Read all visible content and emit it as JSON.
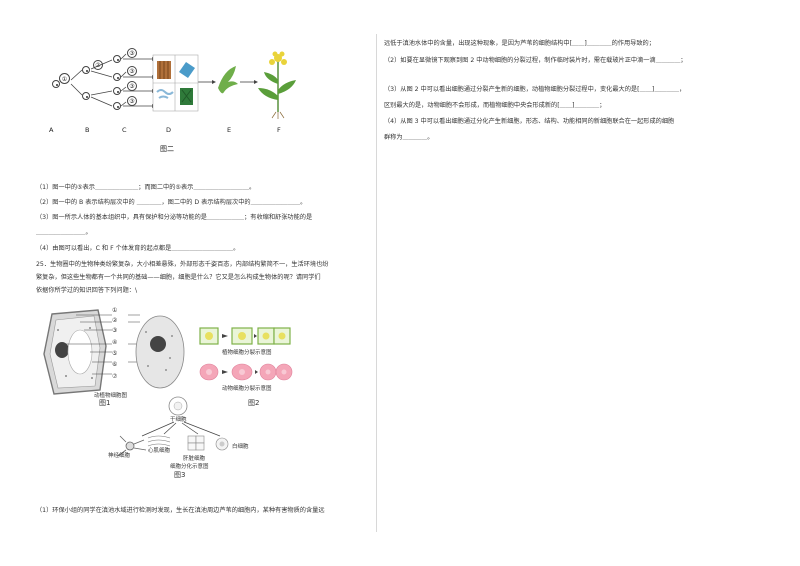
{
  "fig2": {
    "title": "图二",
    "circle_labels": [
      "①",
      "②",
      "③",
      "③",
      "③",
      "③"
    ],
    "letters": [
      "A",
      "B",
      "C",
      "D",
      "E",
      "F"
    ]
  },
  "left_questions": [
    "（1）图一中的⑤表示＿＿＿＿＿＿＿；而图二中的⑤表示＿＿＿＿＿＿＿＿＿。",
    "（2）图一中的 B 表示结构层次中的 ＿＿＿＿，图二中的 D 表示结构层次中的＿＿＿＿＿＿＿＿。",
    "（3）图一所示人体的基本组织中，具有保护和分泌等功能的是＿＿＿＿＿＿；有收缩和舒张功能的是",
    "＿＿＿＿＿＿＿＿。",
    "（4）由图可以看出，C 和 F 个体发育的起点都是＿＿＿＿＿＿＿＿＿＿。"
  ],
  "q25": [
    "25．生物圈中的生物种类纷繁复杂，大小相差悬殊，外部形态千姿百态，内部结构繁简不一，生活环境也纷",
    "繁复杂，但这些生物都有一个共同的基础——细胞，细胞是什么？它又是怎么构成生物体的呢？请同学们",
    "依据你所学过的知识回答下列问题：\\"
  ],
  "fig_cell": {
    "numbers": [
      "①",
      "②",
      "③",
      "④",
      "⑤",
      "⑥",
      "⑦"
    ],
    "caption_cell": "动植物细胞图",
    "title1": "图1",
    "caption_plant_div": "植物细胞分裂示意图",
    "caption_animal_div": "动物细胞分裂示意图",
    "title2": "图2",
    "stem": "干细胞",
    "neuron": "神经细胞",
    "cardiac": "心肌细胞",
    "liver": "肝脏细胞",
    "wbc": "白细胞",
    "caption_diff": "细胞分化示意图",
    "title3": "图3"
  },
  "left_bottom": [
    "（1）环保小组的同学在滇池水域进行检测时发现，生长在滇池周边芦苇的细胞内，某种有害物质的含量远"
  ],
  "right_questions": [
    "远低于滇池水体中的含量，出现这种现象，是因为芦苇的细胞结构中[＿＿]＿＿＿＿的作用导致的；",
    "（2）如要在显微镜下观察到图 2 中动物细胞的分裂过程，制作临时装片时，需在载玻片正中滴一滴＿＿＿＿；",
    "（3）从图 2 中可以看出细胞通过分裂产生新的细胞，动植物细胞分裂过程中，变化最大的是[＿＿]＿＿＿＿，",
    "区别最大的是，动物细胞不会形成，而植物细胞中央会形成新的[＿＿]＿＿＿＿；",
    "（4）从图 3 中可以看出细胞通过分化产生新细胞，形态、结构、功能相同的新细胞联合在一起形成的细胞",
    "群称为＿＿＿＿。"
  ],
  "colors": {
    "text": "#333333",
    "divider": "#d8d8d8",
    "plant_green": "#5a9e3a",
    "cell_yellow": "#e8e060",
    "cell_pink": "#f4a6b8"
  }
}
